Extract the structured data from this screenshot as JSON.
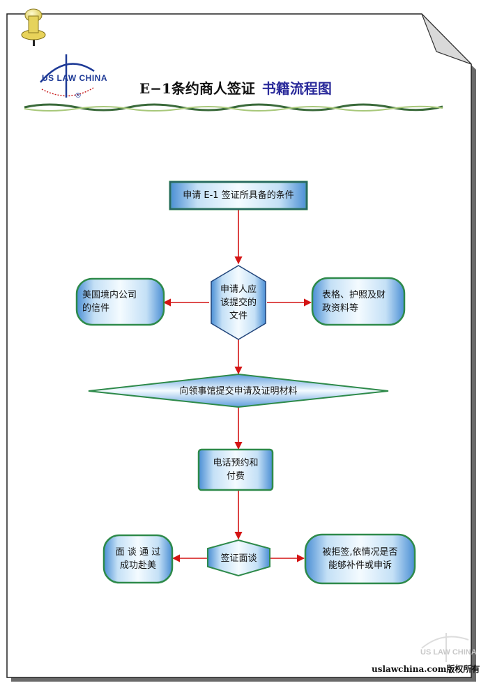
{
  "header": {
    "title_main": "E−1条约商人签证",
    "title_sub": "书籍流程图",
    "logo_text": "US LAW CHINA",
    "logo_mark": "®"
  },
  "flowchart": {
    "nodes": [
      {
        "id": "start",
        "shape": "rectangle",
        "label": "申请 E-1 签证所具备的条件"
      },
      {
        "id": "docs",
        "shape": "hexagon",
        "label": "申请人应\n该提交的\n文件"
      },
      {
        "id": "us_letter",
        "shape": "rounded",
        "label": "美国境内公司\n的信件"
      },
      {
        "id": "forms",
        "shape": "rounded",
        "label": "表格、护照及财\n政资料等"
      },
      {
        "id": "submit",
        "shape": "diamond",
        "label": "向领事馆提交申请及证明材料"
      },
      {
        "id": "appointment",
        "shape": "rectangle",
        "label": "电话预约和\n付费"
      },
      {
        "id": "interview",
        "shape": "hexagon",
        "label": "签证面谈"
      },
      {
        "id": "pass",
        "shape": "rounded",
        "label": "面 谈 通 过\n成功赴美"
      },
      {
        "id": "refused",
        "shape": "rounded",
        "label": "被拒签,依情况是否\n能够补件或申诉"
      }
    ],
    "edges": [
      {
        "from": "start",
        "to": "docs"
      },
      {
        "from": "docs",
        "to": "us_letter"
      },
      {
        "from": "docs",
        "to": "forms"
      },
      {
        "from": "docs",
        "to": "submit"
      },
      {
        "from": "submit",
        "to": "appointment"
      },
      {
        "from": "appointment",
        "to": "interview"
      },
      {
        "from": "interview",
        "to": "pass"
      },
      {
        "from": "interview",
        "to": "refused"
      }
    ]
  },
  "footer": {
    "copyright": "uslawchina.com版权所有",
    "watermark": "US LAW CHINA"
  },
  "colors": {
    "node_fill_light": "#f4fbff",
    "node_fill_dark": "#4a8ed4",
    "node_stroke": "#20447a",
    "node_border_green": "#2e8a4a",
    "arrow": "#d41414",
    "paper_border": "#222222"
  }
}
